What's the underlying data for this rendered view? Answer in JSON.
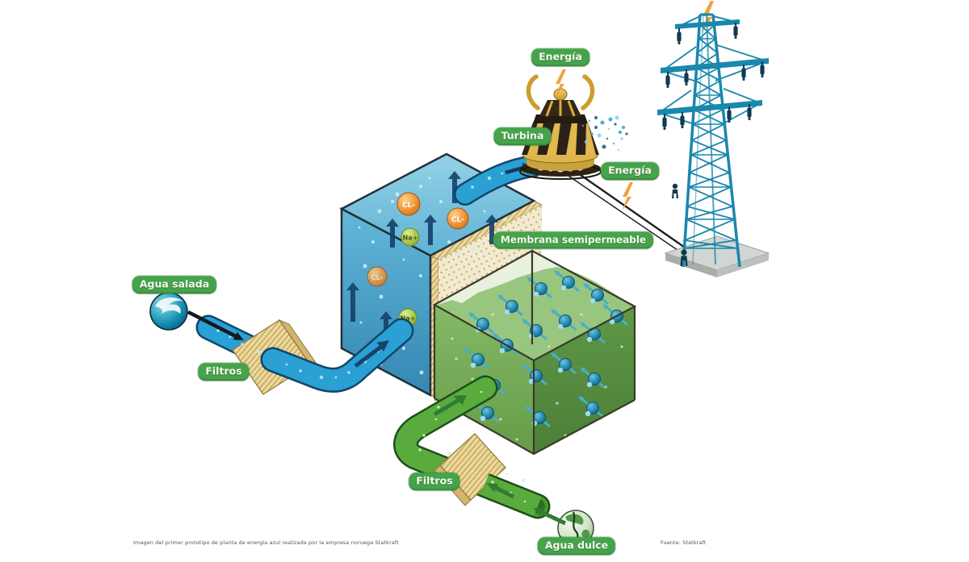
{
  "figure": {
    "badges": {
      "energia_top": "Energía",
      "turbina": "Turbina",
      "energia_right": "Energía",
      "membrana": "Membrana semipermeable",
      "agua_salada": "Agua salada",
      "filtros_left": "Filtros",
      "filtros_bottom": "Filtros",
      "agua_dulce": "Agua dulce"
    },
    "ions": {
      "chloride": "CL-",
      "sodium": "Na+"
    },
    "caption": "Imagen del primer prototipo de planta de energía azul realizada por la empresa noruega Statkraft",
    "source": "Fuente: Statkraft",
    "colors": {
      "badge_green": "#45a34b",
      "salt_water": "#4facd2",
      "fresh_water": "#7db35f",
      "membrane": "#ead9a6",
      "pylon": "#1a87ac",
      "ion_chloride": "#ef9333",
      "ion_sodium": "#a9c84c",
      "lightning": "#f2a03d"
    }
  }
}
